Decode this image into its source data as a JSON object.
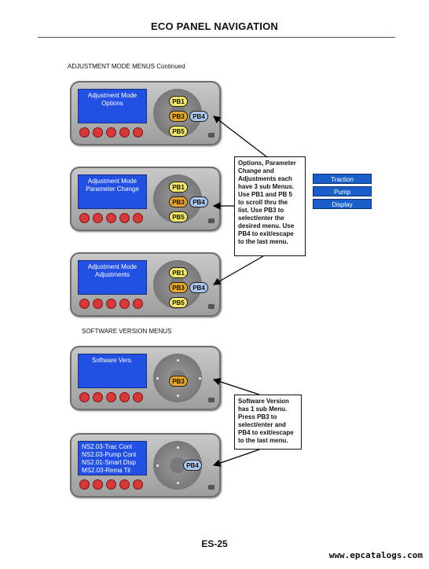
{
  "header": {
    "title": "ECO PANEL NAVIGATION"
  },
  "sections": {
    "adjustment": "ADJUSTMENT MODE MENUS Continued",
    "software": "SOFTWARE VERSION MENUS"
  },
  "panels": [
    {
      "screen": [
        "Adjustment Mode",
        "Options"
      ],
      "buttons": [
        "PB1",
        "PB3",
        "PB4",
        "PB5"
      ]
    },
    {
      "screen": [
        "Adjustment Mode",
        "Parameter Change"
      ],
      "buttons": [
        "PB1",
        "PB3",
        "PB4",
        "PB5"
      ]
    },
    {
      "screen": [
        "Adjustment Mode",
        "Adjustments"
      ],
      "buttons": [
        "PB1",
        "PB3",
        "PB4",
        "PB5"
      ]
    },
    {
      "screen": [
        "Software Vers."
      ],
      "buttons": [
        "PB3"
      ]
    },
    {
      "screen": [
        "NS2.03-Trac  Cont",
        "NS2.03-Pump Cont",
        "NS2.01-Smart Disp",
        "MS2.03-Rema Til"
      ],
      "buttons": [
        "PB4"
      ]
    }
  ],
  "callouts": {
    "adjustment": [
      "Options, Parameter",
      "Change and",
      "Adjustments each",
      "have 3 sub Menus.",
      "Use PB1 and PB 5",
      "to scroll thru the",
      "list.  Use PB3 to",
      "select/enter the",
      "desired menu.  Use",
      "PB4 to exit/escape",
      "to the last menu."
    ],
    "software": [
      "Software Version",
      "has 1 sub Menu.",
      "Press PB3 to",
      "select/enter and",
      "PB4 to exit/escape",
      "to the last menu."
    ]
  },
  "submenus": [
    "Traction",
    "Pump",
    "Display"
  ],
  "footer": {
    "page_number": "ES-25",
    "watermark": "www.epcatalogs.com"
  },
  "colors": {
    "screen": "#2250e4",
    "softkey": "#d7383a",
    "pb_yellow": "#f4e76a",
    "pb_orange": "#e8a72c",
    "pb_blue": "#a9c7ee",
    "menu_button": "#1a5ec9"
  }
}
